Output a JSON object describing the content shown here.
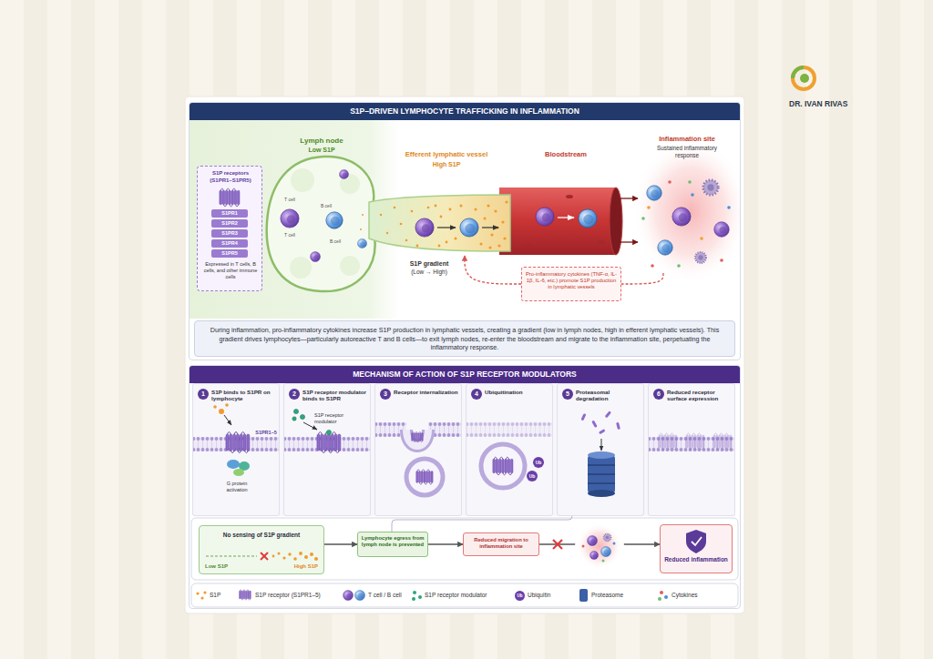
{
  "diagram": {
    "nodes": [
      {
        "text": [
          "S1P–DRIVEN LYMPHOCYTE TRAFFICKING IN INFLAMMATION"
        ]
      },
      {
        "text": [
          "S1P receptors (S1PR1–S1PR5)",
          "Expressed in T cells, B cells, and other immune cells"
        ],
        "in": 0
      },
      {
        "text": [
          "S1PR1"
        ],
        "in": 1
      },
      {
        "text": [
          "S1PR2"
        ],
        "in": 1
      },
      {
        "text": [
          "S1PR3"
        ],
        "in": 1
      },
      {
        "text": [
          "S1PR4"
        ],
        "in": 1
      },
      {
        "text": [
          "S1PR5"
        ],
        "in": 1
      },
      {
        "text": [
          "Lymph node",
          "Low S1P",
          "T cell",
          "B cell",
          "T cell",
          "B cell"
        ],
        "in": 0
      },
      {
        "text": [
          "Efferent lymphatic vessel",
          "High S1P"
        ],
        "in": 0
      },
      {
        "text": [
          "Bloodstream"
        ],
        "in": 0
      },
      {
        "text": [
          "Inflammation site",
          "Sustained inflammatory response"
        ],
        "in": 0
      },
      {
        "text": [
          "Pro-inflammatory cytokines (TNF-α, IL-1β, IL-6, etc.) promote S1P production in lymphatic vessels"
        ],
        "in": 0
      },
      {
        "text": [
          "During inflammation, pro-inflammatory cytokines increase S1P production in lymphatic vessels, creating a gradient (low in lymph nodes, high in efferent lymphatic vessels). This gradient drives lymphocytes—particularly autoreactive T and B cells—to exit lymph nodes, re-enter the bloodstream and migrate to the inflammation site, perpetuating the inflammatory response."
        ],
        "in": 0
      },
      {
        "text": [
          "MECHANISM OF ACTION OF S1P RECEPTOR MODULATORS"
        ]
      },
      {
        "text": [
          "1",
          "S1P binds to S1PR on lymphocyte",
          "S1PR1–5",
          "G protein activation"
        ],
        "in": 13
      },
      {
        "text": [
          "2",
          "S1P receptor modulator binds to S1PR",
          "S1P receptor modulator"
        ],
        "in": 13
      },
      {
        "text": [
          "3",
          "Receptor internalization"
        ],
        "in": 13
      },
      {
        "text": [
          "4",
          "Ubiquitination",
          "Ub",
          "Ub"
        ],
        "in": 13
      },
      {
        "text": [
          "5",
          "Proteasomal degradation"
        ],
        "in": 13
      },
      {
        "text": [
          "6",
          "Reduced receptor surface expression"
        ],
        "in": 13
      },
      {
        "text": [
          "No sensing of S1P gradient",
          "Low S1P",
          "High S1P"
        ],
        "in": 13
      },
      {
        "text": [
          "Lymphocyte egress from lymph node is prevented"
        ],
        "in": 13
      },
      {
        "text": [
          "Reduced migration to inflammation site"
        ],
        "in": 13
      },
      {
        "text": [
          "Reduced inflammation"
        ],
        "in": 13
      }
    ],
    "edges": [
      {
        "from": 9,
        "to": 10,
        "arrow": "to"
      },
      {
        "from": 9,
        "to": 10,
        "arrow": "to"
      },
      {
        "from": 10,
        "to": 11,
        "arrow": "none"
      },
      {
        "from": 11,
        "to": 8,
        "arrow": "to"
      },
      {
        "from": 20,
        "to": 21,
        "arrow": "to"
      },
      {
        "from": 21,
        "to": 22,
        "arrow": "to"
      },
      {
        "from": 22,
        "to": 23,
        "arrow": "to"
      }
    ],
    "labels": [
      "DR. IVAN RIVAS",
      "S1P gradient",
      "(Low → High)",
      "Ub"
    ],
    "legend": [
      {
        "text": "S1P"
      },
      {
        "text": "S1P receptor (S1PR1–5)"
      },
      {
        "text": "T cell / B cell"
      },
      {
        "text": "S1P receptor modulator"
      },
      {
        "text": "Ubiquitin"
      },
      {
        "text": "Proteasome"
      },
      {
        "text": "Cytokines"
      }
    ]
  }
}
